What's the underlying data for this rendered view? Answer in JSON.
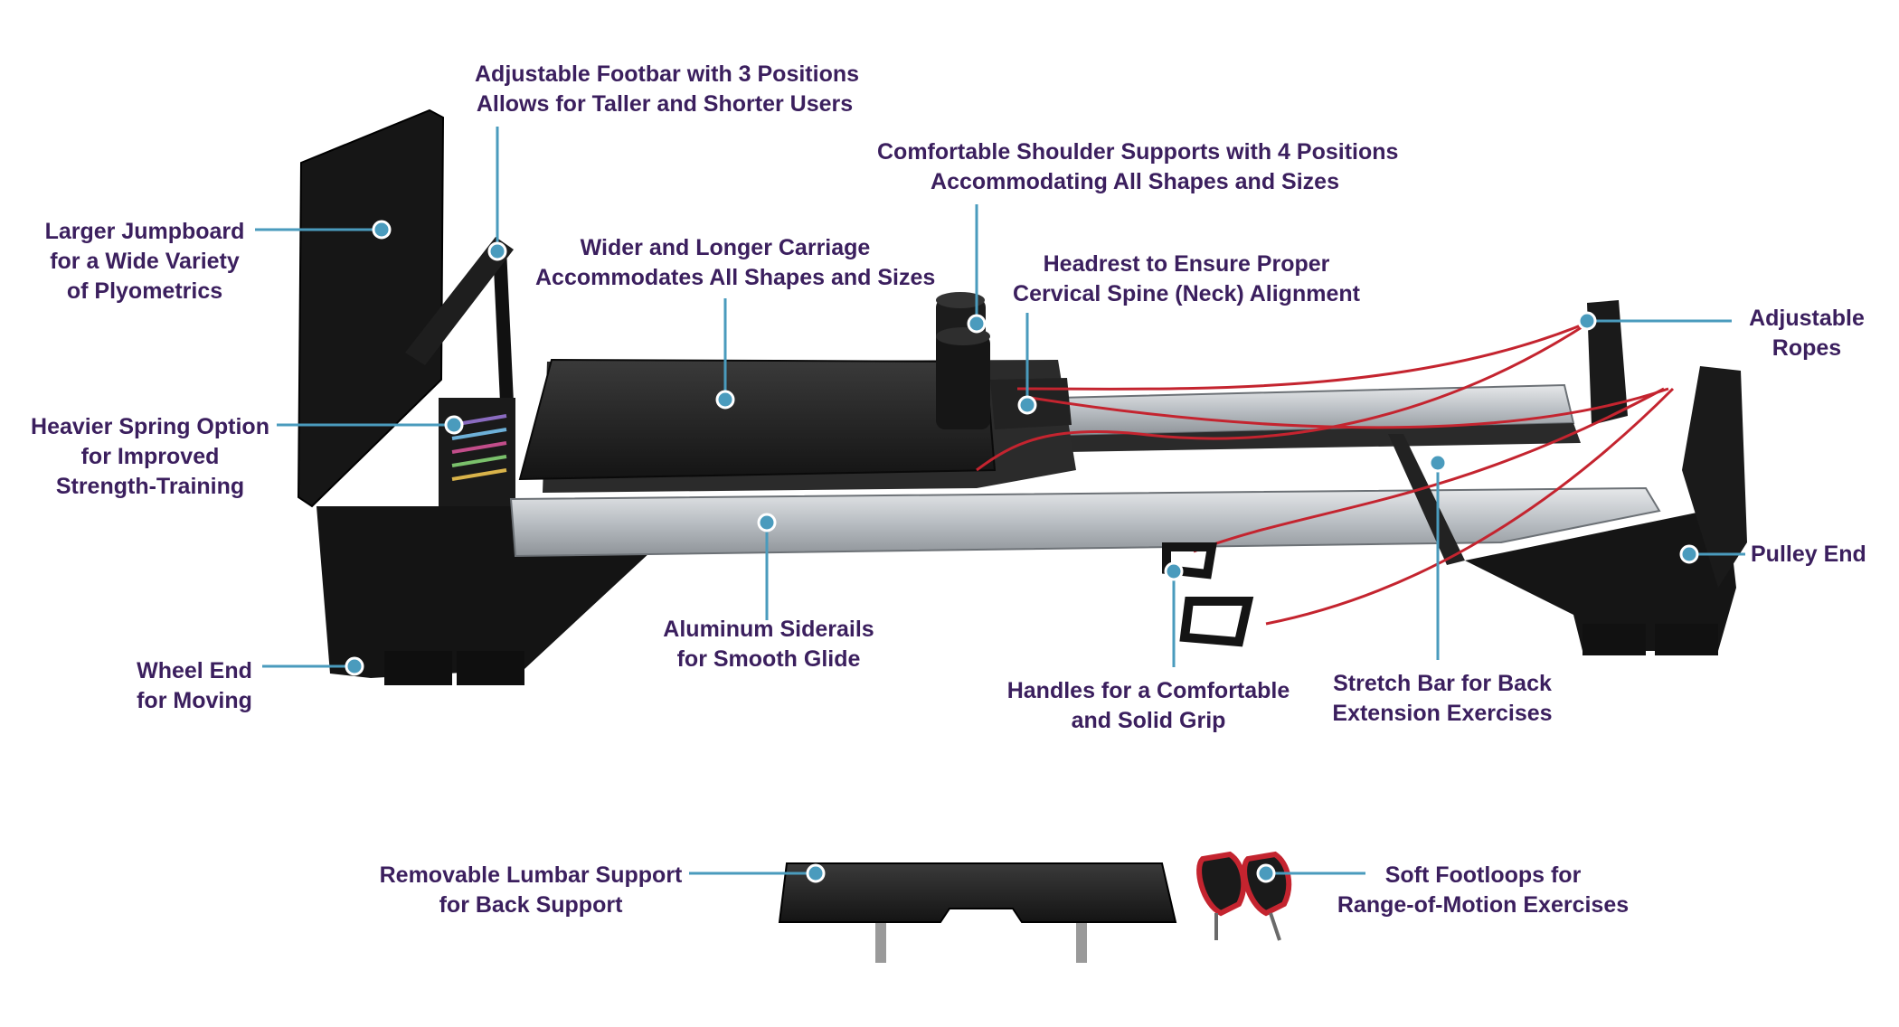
{
  "colors": {
    "label_text": "#3b1f5e",
    "leader_line": "#4a9bbd",
    "leader_dot": "#4a9bbd",
    "equipment_black": "#1c1c1c",
    "rail_silver": "#c4c8cc",
    "rope_red": "#c4242f"
  },
  "labels": {
    "footbar": [
      "Adjustable Footbar with 3 Positions",
      "Allows for Taller and Shorter Users"
    ],
    "shoulder": [
      "Comfortable Shoulder Supports with 4 Positions",
      "Accommodating All Shapes and Sizes"
    ],
    "jumpboard": [
      "Larger Jumpboard",
      "for a Wide Variety",
      "of Plyometrics"
    ],
    "carriage": [
      "Wider and Longer Carriage",
      "Accommodates All Shapes and Sizes"
    ],
    "headrest": [
      "Headrest to Ensure Proper",
      "Cervical Spine (Neck) Alignment"
    ],
    "ropes": [
      "Adjustable",
      "Ropes"
    ],
    "spring": [
      "Heavier Spring Option",
      "for Improved",
      "Strength-Training"
    ],
    "pulley": [
      "Pulley End"
    ],
    "siderails": [
      "Aluminum Siderails",
      "for Smooth Glide"
    ],
    "wheel": [
      "Wheel End",
      "for Moving"
    ],
    "handles": [
      "Handles for a Comfortable",
      "and Solid Grip"
    ],
    "stretchbar": [
      "Stretch Bar for Back",
      "Extension Exercises"
    ],
    "lumbar": [
      "Removable Lumbar Support",
      "for Back Support"
    ],
    "footloops": [
      "Soft Footloops for",
      "Range-of-Motion Exercises"
    ]
  }
}
